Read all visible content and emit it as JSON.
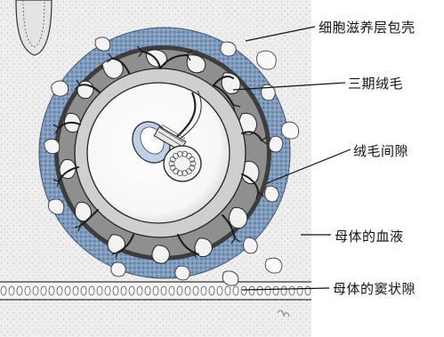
{
  "labels": {
    "trophoblast_shell": "细胞滋养层包壳",
    "tertiary_villi": "三期绒毛",
    "intervillous_space": "绒毛间隙",
    "maternal_blood": "母体的血液",
    "maternal_sinusoid": "母体的窦状隙"
  },
  "colors": {
    "tissue_gray": "#ebebeb",
    "shell_blue": "#7f9bbd",
    "shell_dark": "#4d6a92",
    "ink": "#1a1a1a"
  }
}
